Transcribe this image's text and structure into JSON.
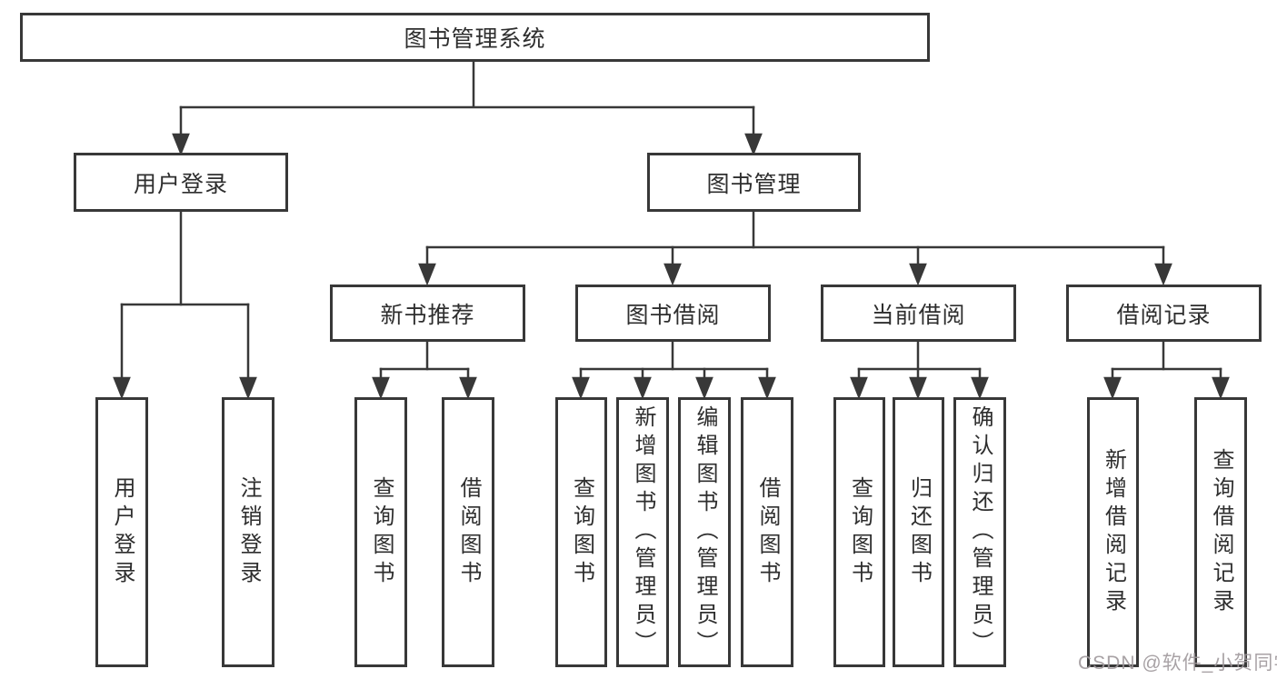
{
  "diagram": {
    "root": {
      "label": "图书管理系统"
    },
    "branches": {
      "user_login": {
        "label": "用户登录",
        "children": [
          {
            "label": "用户登录"
          },
          {
            "label": "注销登录"
          }
        ]
      },
      "book_management": {
        "label": "图书管理",
        "children": {
          "new_book_recommend": {
            "label": "新书推荐",
            "children": [
              {
                "label": "查询图书"
              },
              {
                "label": "借阅图书"
              }
            ]
          },
          "book_borrowing": {
            "label": "图书借阅",
            "children": [
              {
                "label": "查询图书"
              },
              {
                "label": "新增图书（管理员）"
              },
              {
                "label": "编辑图书（管理员）"
              },
              {
                "label": "借阅图书"
              }
            ]
          },
          "current_borrowing": {
            "label": "当前借阅",
            "children": [
              {
                "label": "查询图书"
              },
              {
                "label": "归还图书"
              },
              {
                "label": "确认归还（管理员）"
              }
            ]
          },
          "borrow_records": {
            "label": "借阅记录",
            "children": [
              {
                "label": "新增借阅记录"
              },
              {
                "label": "查询借阅记录"
              }
            ]
          }
        }
      }
    }
  },
  "watermark": {
    "text": "CSDN @软件_小贺同学"
  },
  "colors": {
    "line": "#383838",
    "box_border": "#383838",
    "text": "#2e2e2e",
    "background": "#ffffff",
    "watermark": "#9e989b"
  }
}
